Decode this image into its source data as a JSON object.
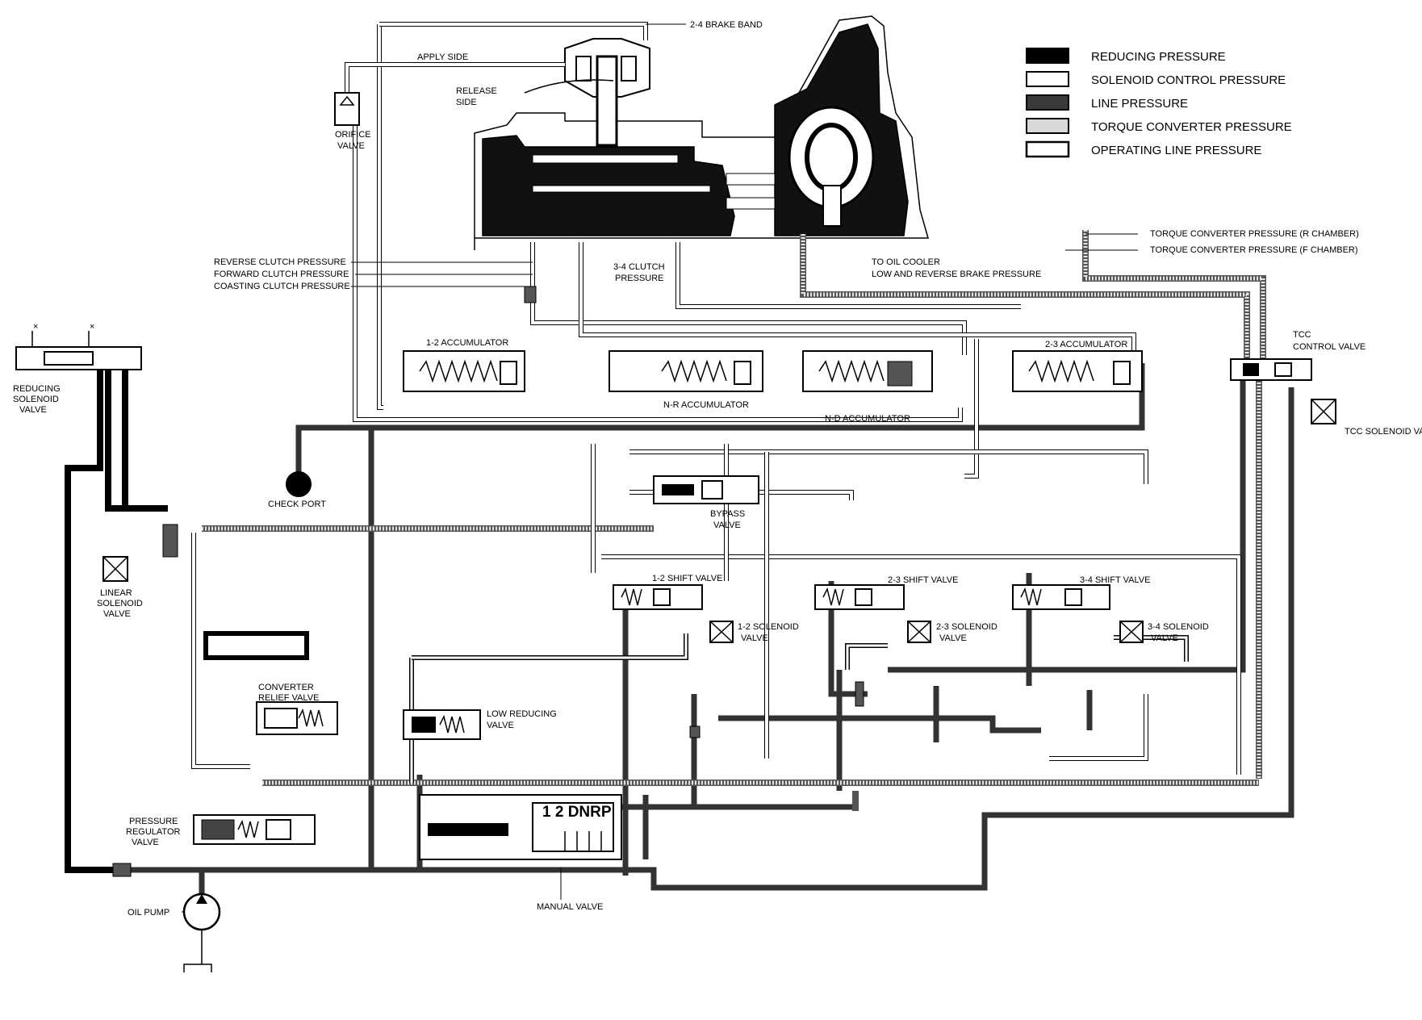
{
  "legend": {
    "items": [
      {
        "key": "reducing",
        "label": "REDUCING PRESSURE",
        "fill": "#000000"
      },
      {
        "key": "solenoid",
        "label": "SOLENOID CONTROL PRESSURE",
        "fill": "#ffffff"
      },
      {
        "key": "line",
        "label": "LINE PRESSURE",
        "fill": "#3a3a3a"
      },
      {
        "key": "torque",
        "label": "TORQUE CONVERTER PRESSURE",
        "fill": "#d8d8d8"
      },
      {
        "key": "operating",
        "label": "OPERATING LINE PRESSURE",
        "fill": "#ffffff"
      }
    ]
  },
  "labels": {
    "brake_band": "2-4 BRAKE BAND",
    "apply_side": "APPLY SIDE",
    "release_side_1": "RELEASE",
    "release_side_2": "SIDE",
    "orifice_valve_1": "ORIFICE",
    "orifice_valve_2": "VALVE",
    "tc_r_chamber": "TORQUE CONVERTER PRESSURE (R CHAMBER)",
    "tc_f_chamber": "TORQUE CONVERTER PRESSURE (F CHAMBER)",
    "to_oil_cooler": "TO OIL COOLER",
    "low_reverse_brake": "LOW AND REVERSE BRAKE PRESSURE",
    "reverse_clutch": "REVERSE CLUTCH PRESSURE",
    "forward_clutch": "FORWARD CLUTCH PRESSURE",
    "coasting_clutch": "COASTING CLUTCH PRESSURE",
    "clutch_34_1": "3-4 CLUTCH",
    "clutch_34_2": "PRESSURE",
    "acc_12": "1-2 ACCUMULATOR",
    "acc_nr": "N-R ACCUMULATOR",
    "acc_nd": "N-D ACCUMULATOR",
    "acc_23": "2-3 ACCUMULATOR",
    "tcc_control_1": "TCC",
    "tcc_control_2": "CONTROL VALVE",
    "tcc_solenoid": "TCC SOLENOID VALVE",
    "reducing_solenoid_1": "REDUCING",
    "reducing_solenoid_2": "SOLENOID",
    "reducing_solenoid_3": "VALVE",
    "check_port": "CHECK PORT",
    "bypass_1": "BYPASS",
    "bypass_2": "VALVE",
    "linear_solenoid_1": "LINEAR",
    "linear_solenoid_2": "SOLENOID",
    "linear_solenoid_3": "VALVE",
    "shift_12": "1-2 SHIFT VALVE",
    "shift_23": "2-3 SHIFT VALVE",
    "shift_34": "3-4 SHIFT VALVE",
    "sol_12_1": "1-2 SOLENOID",
    "sol_12_2": "VALVE",
    "sol_23_1": "2-3 SOLENOID",
    "sol_23_2": "VALVE",
    "sol_34_1": "3-4 SOLENOID",
    "sol_34_2": "VALVE",
    "converter_relief_1": "CONVERTER",
    "converter_relief_2": "RELIEF VALVE",
    "low_reducing_1": "LOW REDUCING",
    "low_reducing_2": "VALVE",
    "pressure_regulator_1": "PRESSURE",
    "pressure_regulator_2": "REGULATOR",
    "pressure_regulator_3": "VALVE",
    "manual_valve": "MANUAL VALVE",
    "oil_pump": "OIL PUMP",
    "gear_positions": "1 2 DNRP",
    "exhaust_x_1": "×",
    "exhaust_x_2": "×"
  }
}
